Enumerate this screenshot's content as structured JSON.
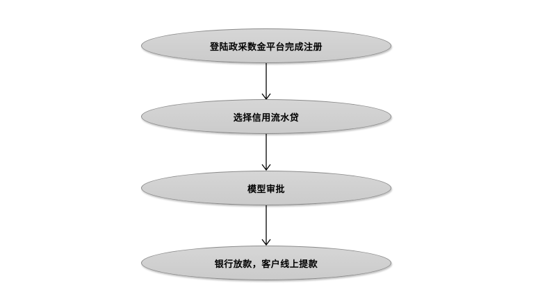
{
  "diagram": {
    "type": "flowchart",
    "direction": "top-down",
    "colors": {
      "canvas_bg": "#ffffff",
      "node_fill_top": "#d6d6d6",
      "node_fill_bottom": "#cbcbcb",
      "node_border": "#8a8a8a",
      "arrow_color": "#000000",
      "text_color": "#000000"
    },
    "nodes": [
      {
        "id": "register",
        "shape": "terminator-ellipse",
        "label": "登陆政采数金平台完成注册"
      },
      {
        "id": "select-product",
        "shape": "terminator-ellipse",
        "label": "选择信用流水贷"
      },
      {
        "id": "model-approval",
        "shape": "terminator-ellipse",
        "label": "模型审批"
      },
      {
        "id": "loan-withdraw",
        "shape": "terminator-ellipse",
        "label": "银行放款，客户线上提款"
      }
    ],
    "connectors": [
      {
        "from": "register",
        "to": "select-product",
        "style": "straight-arrow-down"
      },
      {
        "from": "select-product",
        "to": "model-approval",
        "style": "straight-arrow-down"
      },
      {
        "from": "model-approval",
        "to": "loan-withdraw",
        "style": "straight-arrow-down"
      }
    ]
  }
}
